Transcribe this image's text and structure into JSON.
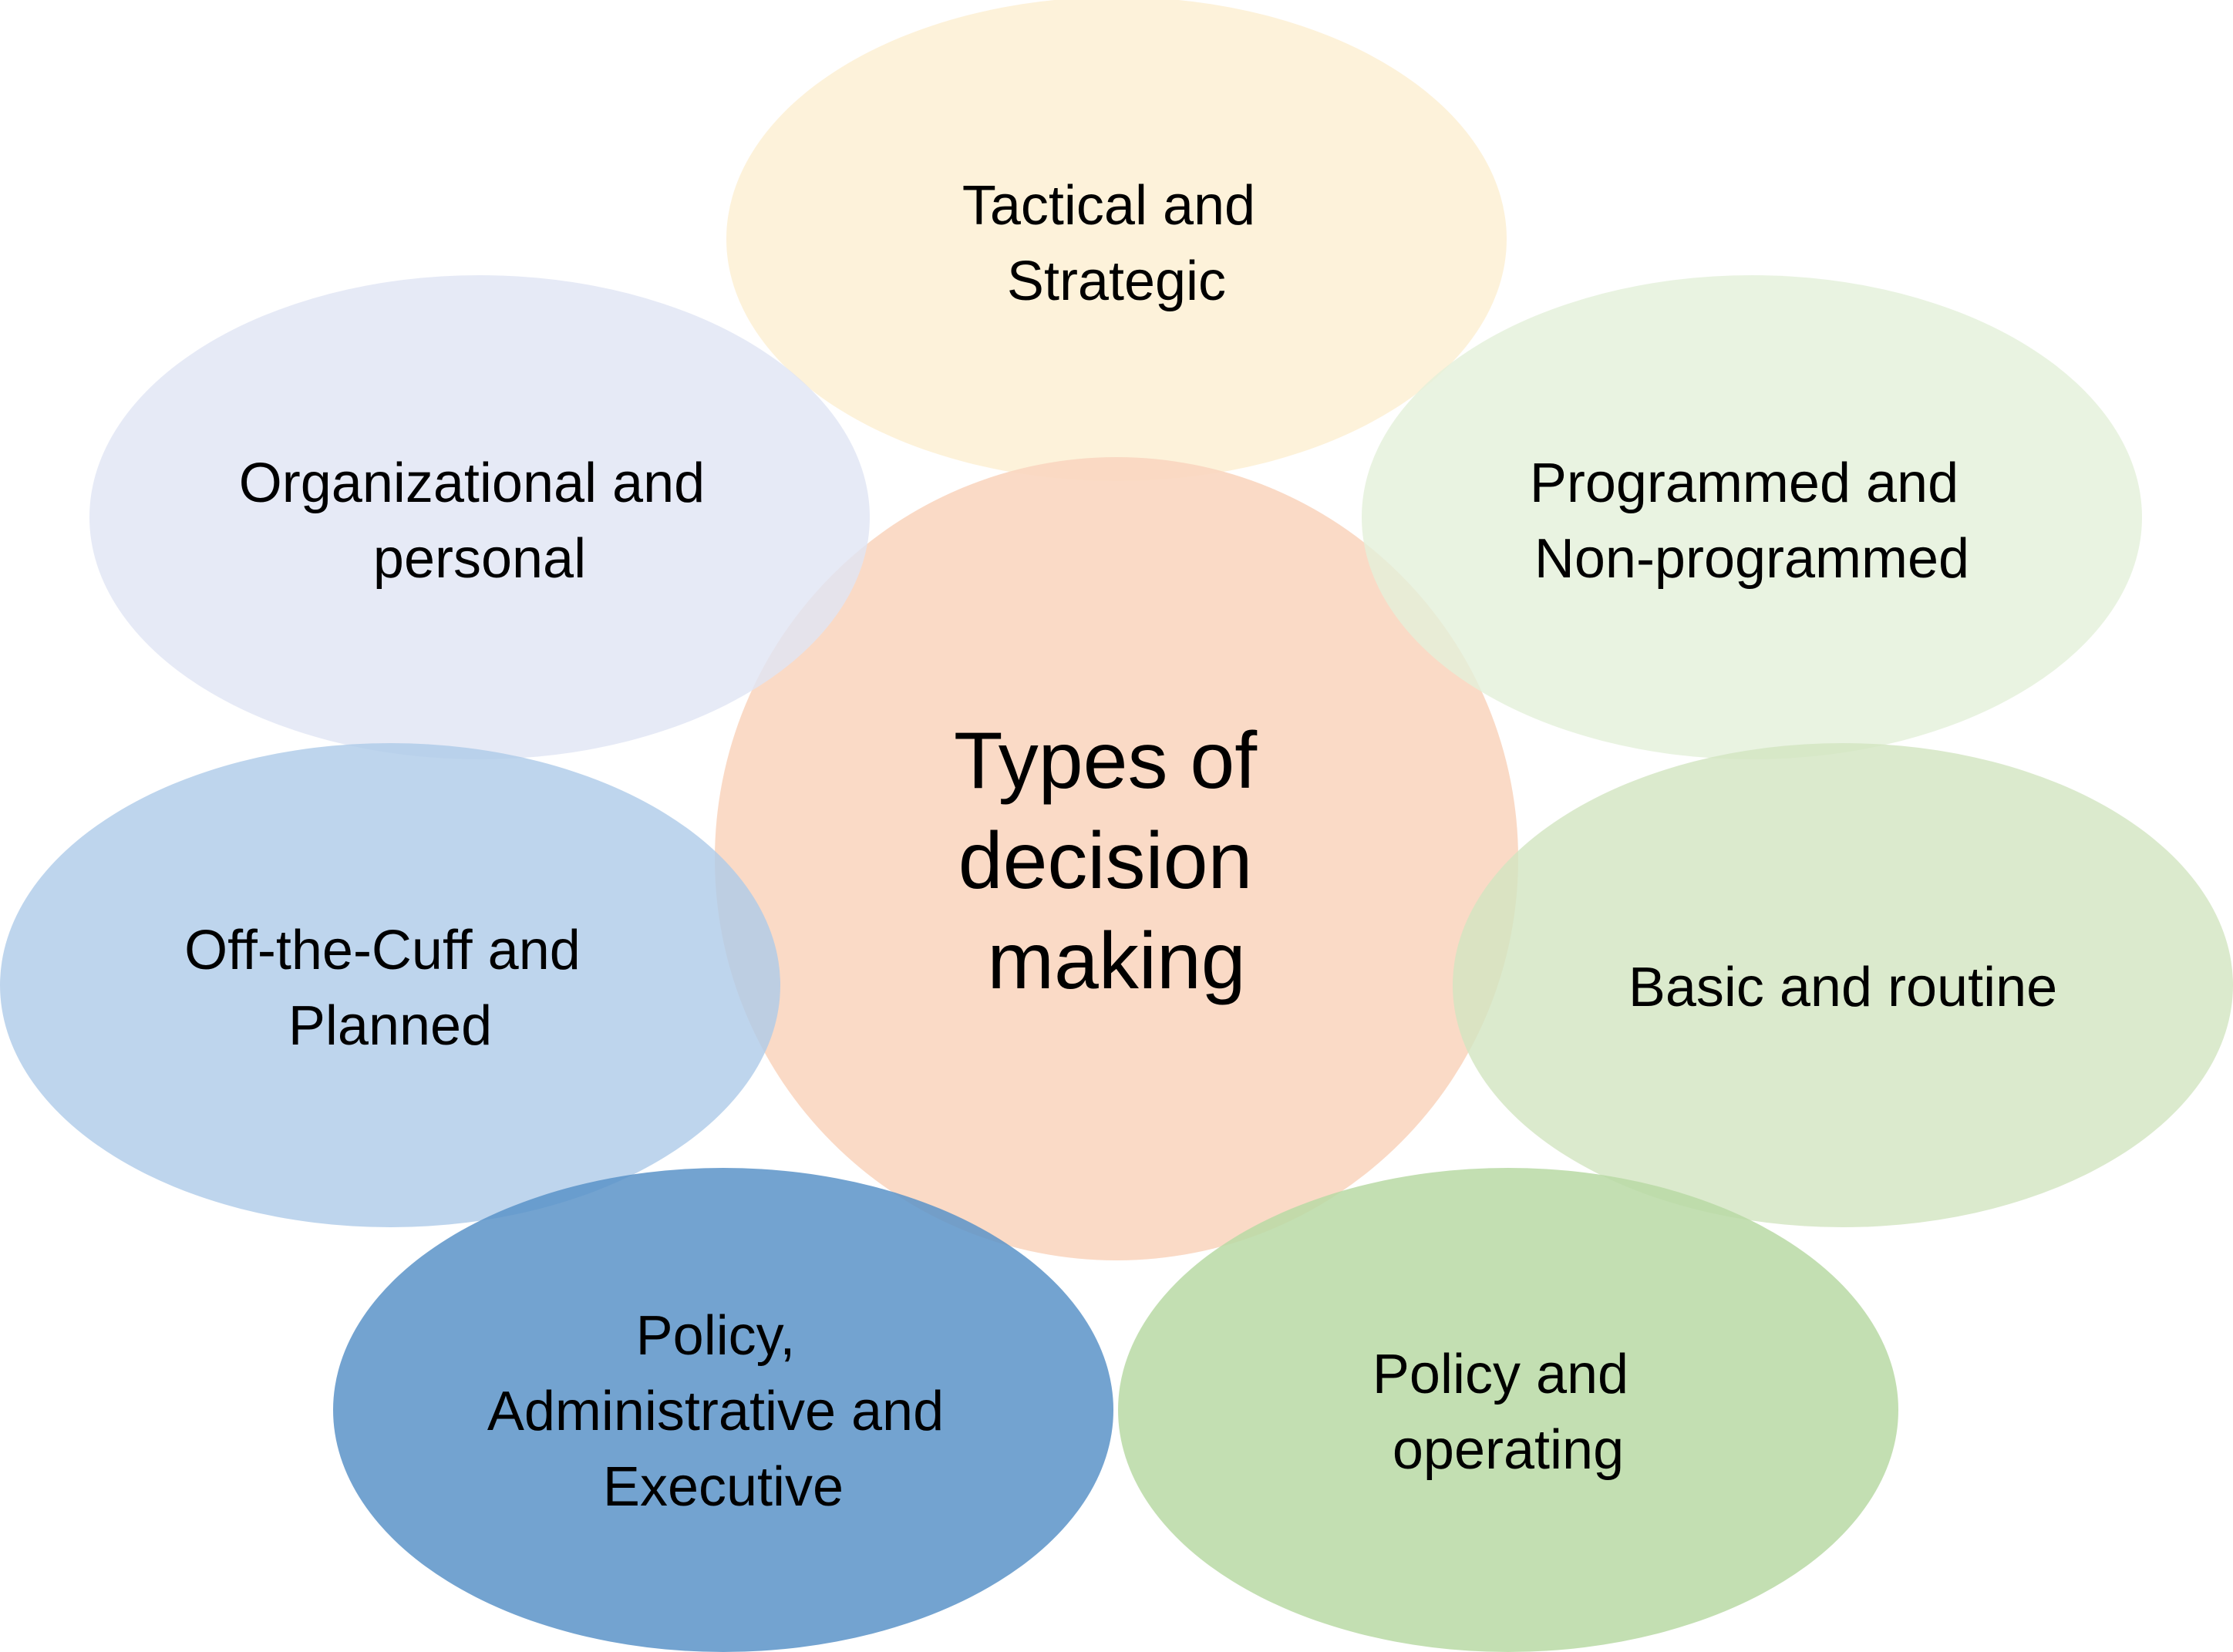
{
  "center": {
    "lines": [
      "Types of",
      "decision",
      "making"
    ],
    "color": "#f9d6c0"
  },
  "nodes": [
    {
      "id": "tactical",
      "lines": [
        "Tactical and",
        "Strategic"
      ],
      "color": "#fdf1d6"
    },
    {
      "id": "organizational",
      "lines": [
        "Organizational and",
        "personal"
      ],
      "color": "#e5e9f5"
    },
    {
      "id": "programmed",
      "lines": [
        "Programmed and",
        "Non-programmed"
      ],
      "color": "#e7f2df"
    },
    {
      "id": "off-the-cuff",
      "lines": [
        "Off-the-Cuff and",
        "Planned"
      ],
      "color": "#b9d3ec"
    },
    {
      "id": "basic",
      "lines": [
        "Basic and routine"
      ],
      "color": "#d7e8c8"
    },
    {
      "id": "policy-admin",
      "lines": [
        "Policy,",
        "Administrative and",
        "Executive"
      ],
      "color": "#6a9dcc"
    },
    {
      "id": "policy-operating",
      "lines": [
        "Policy and",
        "operating"
      ],
      "color": "#c0deaf"
    }
  ]
}
